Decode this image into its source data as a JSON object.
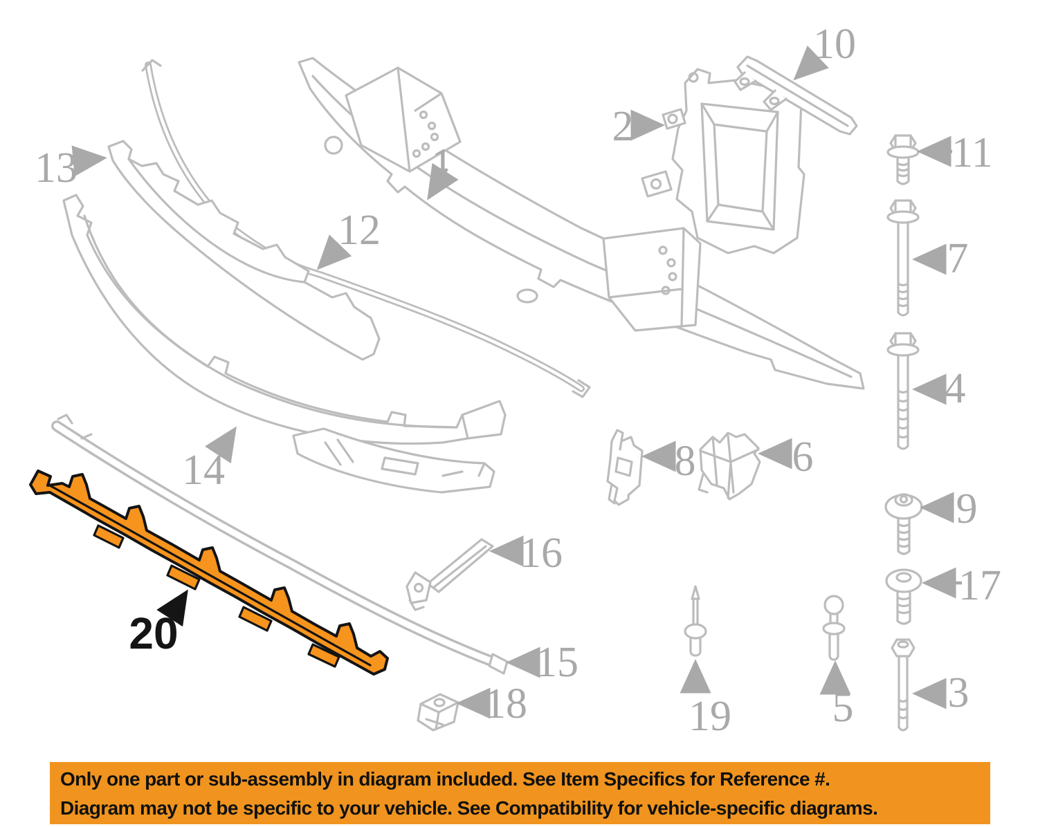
{
  "diagram": {
    "description_labels": "BMW front bumper components exploded parts diagram",
    "callouts": [
      {
        "label": "1"
      },
      {
        "label": "2"
      },
      {
        "label": "3"
      },
      {
        "label": "4"
      },
      {
        "label": "5"
      },
      {
        "label": "6"
      },
      {
        "label": "7"
      },
      {
        "label": "8"
      },
      {
        "label": "9"
      },
      {
        "label": "10"
      },
      {
        "label": "11"
      },
      {
        "label": "12"
      },
      {
        "label": "13"
      },
      {
        "label": "14"
      },
      {
        "label": "15"
      },
      {
        "label": "16"
      },
      {
        "label": "17"
      },
      {
        "label": "18"
      },
      {
        "label": "19"
      },
      {
        "label": "20"
      }
    ],
    "highlighted_part": {
      "label": "20"
    }
  },
  "banner": {
    "line1": "Only one part or sub-assembly in diagram included. See Item Specifics for Reference #.",
    "line2": "Diagram may not be specific to your vehicle. See Compatibility for vehicle-specific diagrams."
  },
  "colors": {
    "diagram_line_gray": "#bcbcbc",
    "callout_gray": "#a9a9a9",
    "highlight_orange": "#f7941d",
    "highlight_outline": "#141414",
    "banner_background": "#f0941f",
    "banner_text": "#111111"
  }
}
